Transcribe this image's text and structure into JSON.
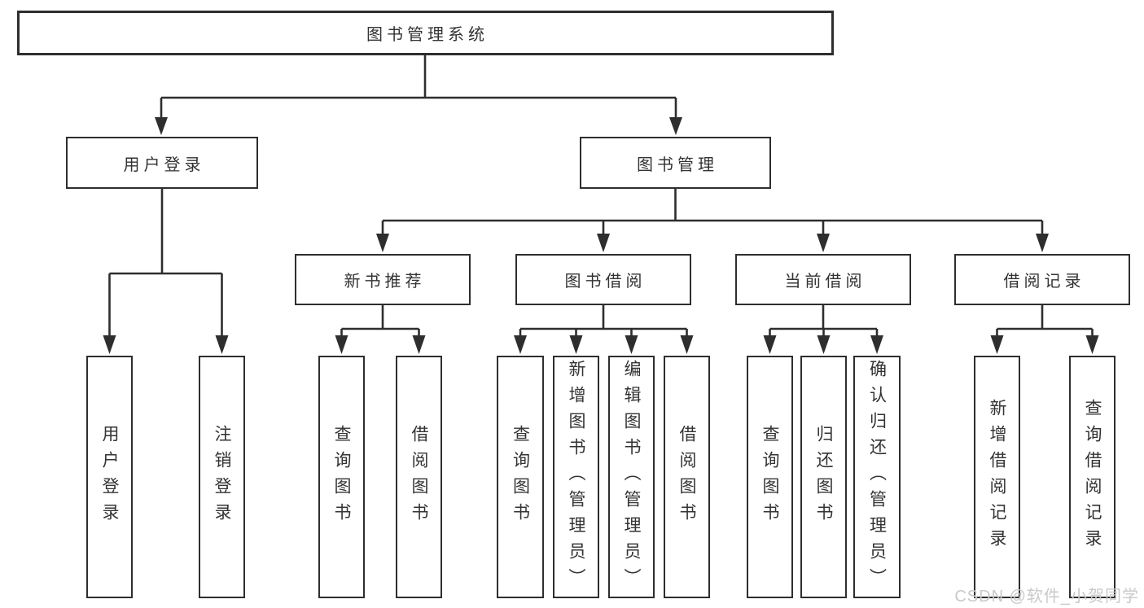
{
  "root": {
    "label": "图书管理系统"
  },
  "branches": {
    "user": {
      "label": "用户登录",
      "children": [
        {
          "label": "用户登录"
        },
        {
          "label": "注销登录"
        }
      ]
    },
    "book": {
      "label": "图书管理",
      "sections": [
        {
          "label": "新书推荐",
          "children": [
            {
              "label": "查询图书"
            },
            {
              "label": "借阅图书"
            }
          ]
        },
        {
          "label": "图书借阅",
          "children": [
            {
              "label": "查询图书"
            },
            {
              "label": "新增图书（管理员）"
            },
            {
              "label": "编辑图书（管理员）"
            },
            {
              "label": "借阅图书"
            }
          ]
        },
        {
          "label": "当前借阅",
          "children": [
            {
              "label": "查询图书"
            },
            {
              "label": "归还图书"
            },
            {
              "label": "确认归还（管理员）"
            }
          ]
        },
        {
          "label": "借阅记录",
          "children": [
            {
              "label": "新增借阅记录"
            },
            {
              "label": "查询借阅记录"
            }
          ]
        }
      ]
    }
  },
  "watermark": {
    "text": "CSDN @软件_小贺同学"
  },
  "colors": {
    "line": "#2e2e2e",
    "box_border": "#2e2e2e",
    "text": "#333333",
    "watermark": "#c9c9c9",
    "background": "#ffffff"
  }
}
